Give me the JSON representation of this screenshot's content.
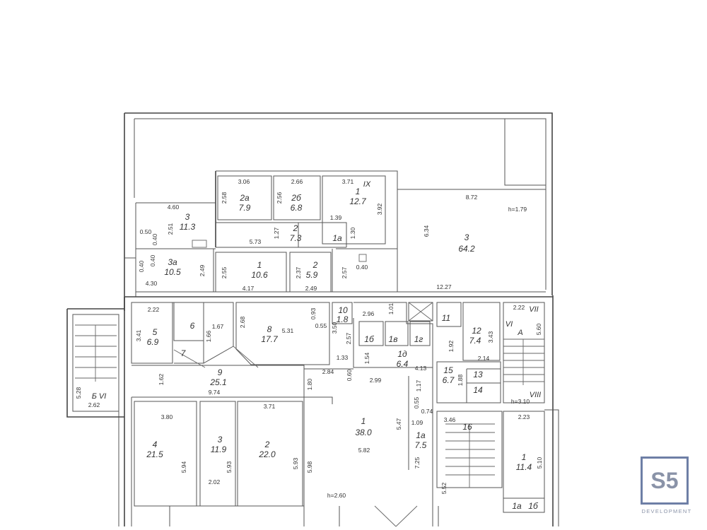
{
  "rooms": [
    {
      "id": "r2a",
      "number": "2а",
      "area": "7.9"
    },
    {
      "id": "r2b",
      "number": "2б",
      "area": "6.8"
    },
    {
      "id": "r1ix",
      "number": "1",
      "area": "12.7"
    },
    {
      "id": "r3top",
      "number": "3",
      "area": "11.3"
    },
    {
      "id": "r2mid",
      "number": "2",
      "area": "7.3"
    },
    {
      "id": "r1a_top",
      "number": "1а",
      "area": ""
    },
    {
      "id": "r3big",
      "number": "3",
      "area": "64.2"
    },
    {
      "id": "r3a",
      "number": "3а",
      "area": "10.5"
    },
    {
      "id": "r1mid",
      "number": "1",
      "area": "10.6"
    },
    {
      "id": "r2small",
      "number": "2",
      "area": "5.9"
    },
    {
      "id": "r5",
      "number": "5",
      "area": "6.9"
    },
    {
      "id": "r6",
      "number": "6",
      "area": ""
    },
    {
      "id": "r7",
      "number": "7",
      "area": ""
    },
    {
      "id": "r8",
      "number": "8",
      "area": "17.7"
    },
    {
      "id": "r10",
      "number": "10",
      "area": "1.8"
    },
    {
      "id": "r11",
      "number": "11",
      "area": ""
    },
    {
      "id": "r12",
      "number": "12",
      "area": "7.4"
    },
    {
      "id": "r1b",
      "number": "1б",
      "area": ""
    },
    {
      "id": "r1v",
      "number": "1в",
      "area": ""
    },
    {
      "id": "r1g",
      "number": "1г",
      "area": ""
    },
    {
      "id": "r1d",
      "number": "1д",
      "area": "6.4"
    },
    {
      "id": "r15",
      "number": "15",
      "area": "6.7"
    },
    {
      "id": "r13",
      "number": "13",
      "area": ""
    },
    {
      "id": "r14",
      "number": "14",
      "area": ""
    },
    {
      "id": "r9",
      "number": "9",
      "area": "25.1"
    },
    {
      "id": "r4",
      "number": "4",
      "area": "21.5"
    },
    {
      "id": "r3low",
      "number": "3",
      "area": "11.9"
    },
    {
      "id": "r2low",
      "number": "2",
      "area": "22.0"
    },
    {
      "id": "r1big",
      "number": "1",
      "area": "38.0"
    },
    {
      "id": "r1a_low",
      "number": "1а",
      "area": "7.5"
    },
    {
      "id": "r16",
      "number": "16",
      "area": ""
    },
    {
      "id": "r1right",
      "number": "1",
      "area": "11.4"
    }
  ],
  "labels": {
    "ix": "IX",
    "vii": "VII",
    "vi_a": "VI",
    "a": "A",
    "viii": "VIII",
    "b_vi": "Б VI",
    "h_top": "h=1.79",
    "h_low": "h=2.60",
    "h_right": "h=3.10",
    "bottom_1a": "1а",
    "bottom_1b": "1б"
  },
  "dimensions": [
    "3.06",
    "2.66",
    "3.71",
    "8.72",
    "2.58",
    "2.56",
    "3.92",
    "1.39",
    "1.30",
    "4.60",
    "2.51",
    "0.50",
    "0.40",
    "1.27",
    "5.73",
    "6.34",
    "0.40",
    "0.40",
    "2.49",
    "2.55",
    "2.37",
    "2.57",
    "0.40",
    "4.30",
    "4.17",
    "2.49",
    "12.27",
    "2.22",
    "0.93",
    "3.50",
    "2.96",
    "1.01",
    "2.22",
    "3.41",
    "1.67",
    "2.68",
    "5.31",
    "0.55",
    "2.57",
    "1.92",
    "3.43",
    "5.60",
    "1.66",
    "1.33",
    "1.54",
    "2.14",
    "1.62",
    "2.84",
    "0.60",
    "2.99",
    "4.13",
    "1.17",
    "1.88",
    "1.80",
    "9.74",
    "5.28",
    "2.62",
    "3.80",
    "3.71",
    "0.55",
    "0.74",
    "1.09",
    "5.47",
    "3.46",
    "2.23",
    "5.94",
    "5.93",
    "5.93",
    "5.98",
    "5.82",
    "7.25",
    "5.10",
    "2.02",
    "5.52"
  ],
  "logo": {
    "mark": "S5",
    "subtitle": "DEVELOPMENT"
  }
}
